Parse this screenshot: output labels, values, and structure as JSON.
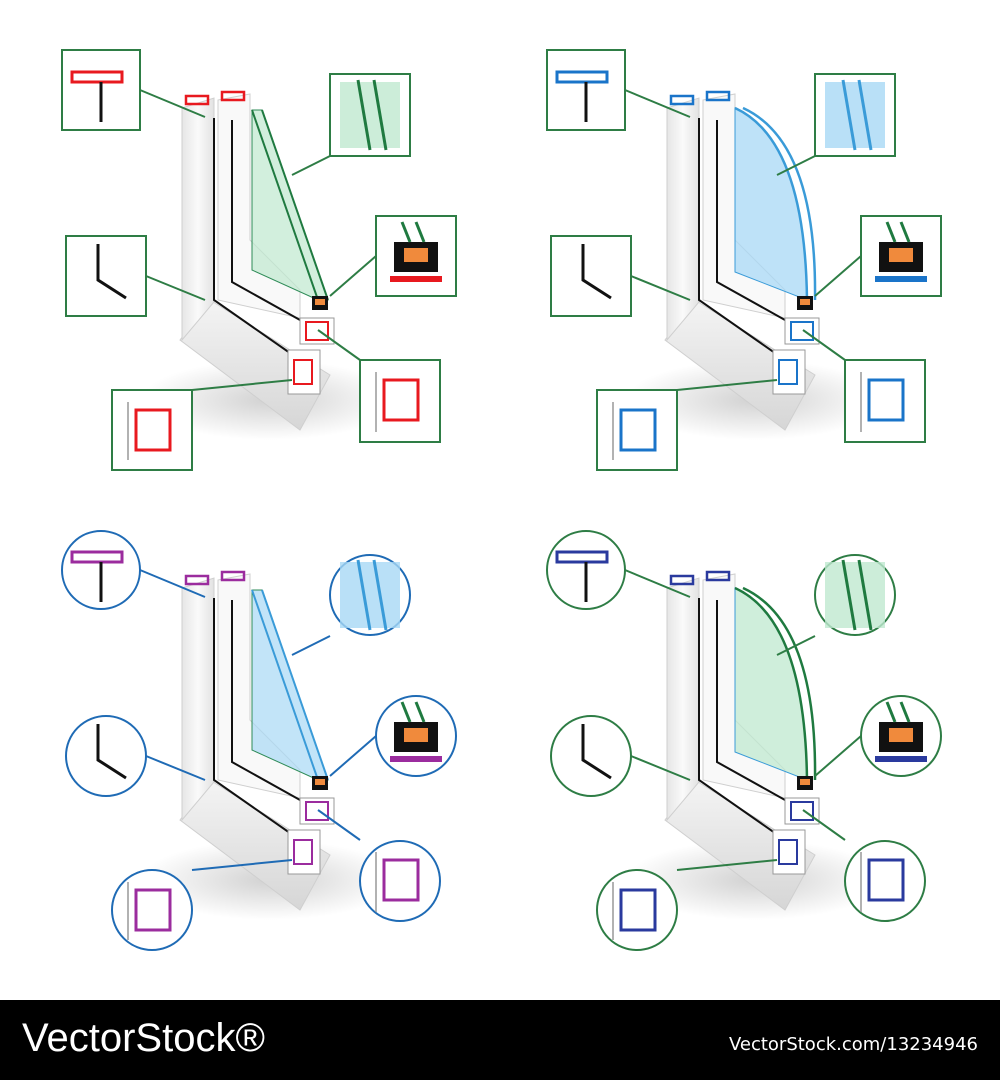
{
  "footer": {
    "brand": "VectorStock®",
    "url_id": "VectorStock.com/13234946"
  },
  "colors": {
    "frame_white": "#f7f7f7",
    "frame_shade": "#d9d9d9",
    "callout_green": "#2e7d45",
    "callout_blue": "#1f6bb5",
    "glass_green": "#bfe8cf",
    "glass_blue": "#a8d8f5",
    "accent_red": "#e8191f",
    "accent_blue": "#1a74c9",
    "accent_purple": "#9b2c9e",
    "accent_navy": "#2a3a9e",
    "seal_orange": "#f08a3c",
    "seal_green": "#23c23f"
  },
  "diagrams": [
    {
      "variant": "top-left",
      "callout_shape": "square",
      "callout_color": "callout_green",
      "glass": "flat",
      "glass_color": "glass_green",
      "accent": "accent_red"
    },
    {
      "variant": "top-right",
      "callout_shape": "square",
      "callout_color": "callout_green",
      "glass": "curved",
      "glass_color": "glass_blue",
      "accent": "accent_blue"
    },
    {
      "variant": "bottom-left",
      "callout_shape": "circle",
      "callout_color": "callout_blue",
      "glass": "flat",
      "glass_color": "glass_blue",
      "accent": "accent_purple"
    },
    {
      "variant": "bottom-right",
      "callout_shape": "circle",
      "callout_color": "callout_green",
      "glass": "curved",
      "glass_color": "glass_green",
      "accent": "accent_navy"
    }
  ]
}
